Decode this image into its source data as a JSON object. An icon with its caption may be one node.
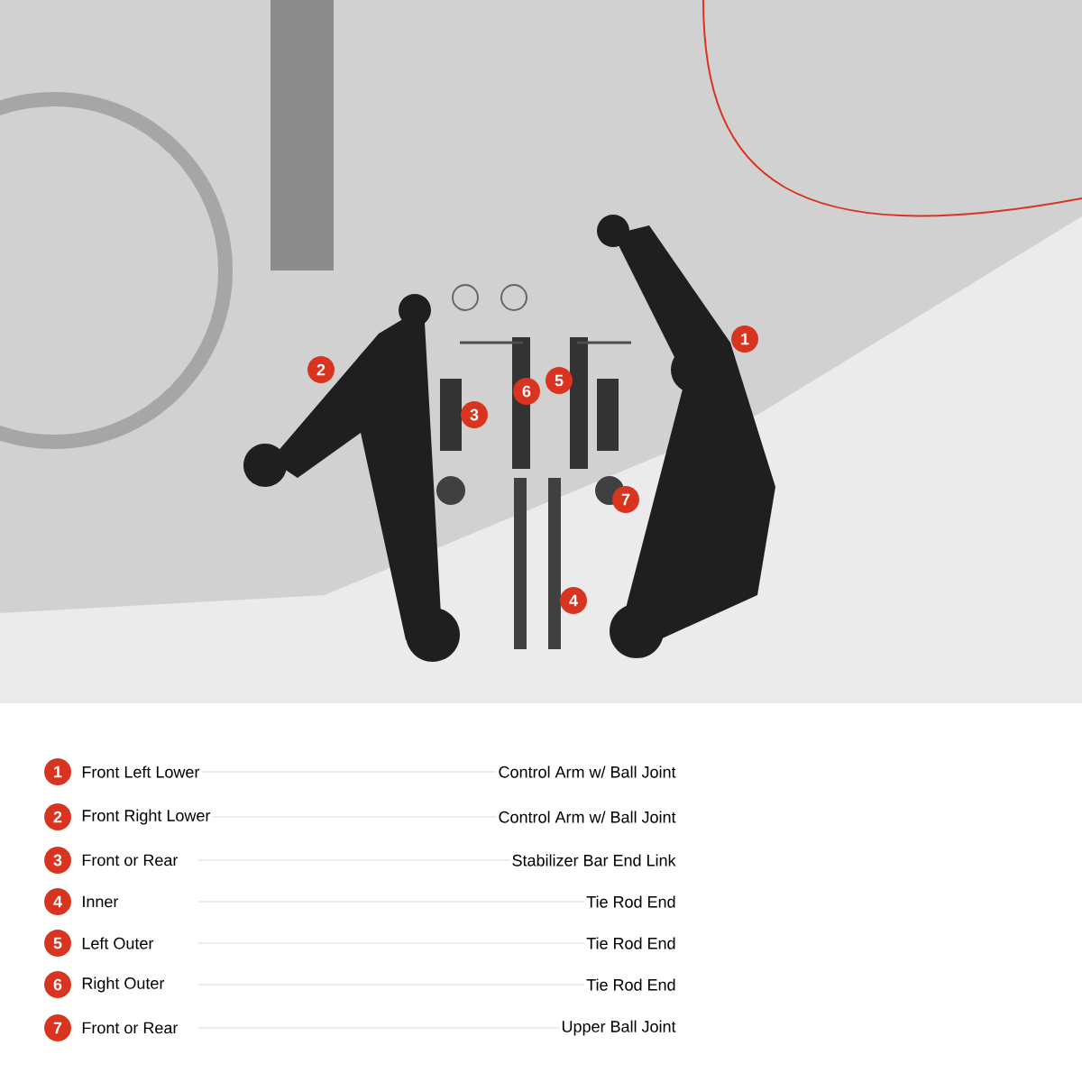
{
  "diagram": {
    "labels": [
      "1",
      "2",
      "5",
      "6",
      "3",
      "7",
      "4",
      "1",
      "Front Left Lower",
      "Control Arm w/ Ball Joint",
      "2",
      "Front Right Lower",
      "Control Arm w/ Ball Joint",
      "3",
      "Front or Rear",
      "Stabilizer Bar End Link",
      "4",
      "Inner",
      "Tie Rod End",
      "5",
      "Left Outer",
      "Tie Rod End",
      "6",
      "Right Outer",
      "Tie Rod End",
      "7",
      "Front or Rear",
      "Upper Ball Joint"
    ]
  }
}
